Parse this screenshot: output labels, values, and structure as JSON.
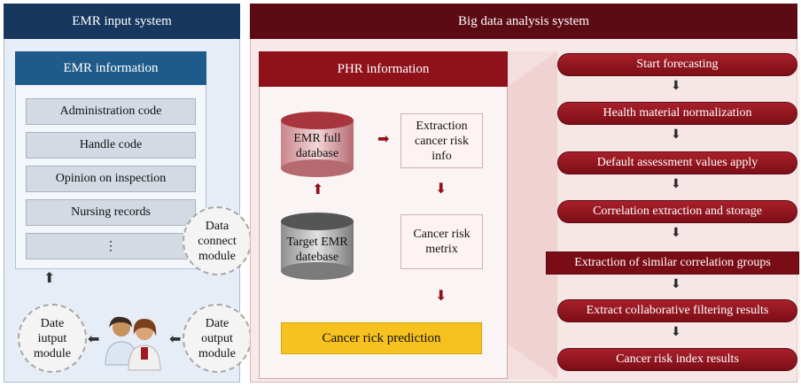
{
  "left": {
    "title": "EMR input system",
    "emr_title": "EMR information",
    "items": [
      "Administration code",
      "Handle code",
      "Opinion on inspection",
      "Nursing records",
      "⋮"
    ]
  },
  "modules": {
    "data_connect": "Data\nconnect\nmodule",
    "date_output": "Date\noutput\nmodule",
    "date_iutput": "Date\niutput\nmodule"
  },
  "right": {
    "title": "Big data analysis system",
    "phr_title": "PHR information",
    "emr_full_db": "EMR full\ndatabase",
    "target_emr_db": "Target EMR\ndatebase",
    "extraction": "Extraction\ncancer risk\ninfo",
    "risk_metrix": "Cancer risk\nmetrix",
    "prediction": "Cancer rick prediction"
  },
  "steps": [
    "Start forecasting",
    "Health material normalization",
    "Default assessment values apply",
    "Correlation extraction and storage",
    "Extraction of similar correlation groups",
    "Extract collaborative filtering results",
    "Cancer risk index results"
  ]
}
